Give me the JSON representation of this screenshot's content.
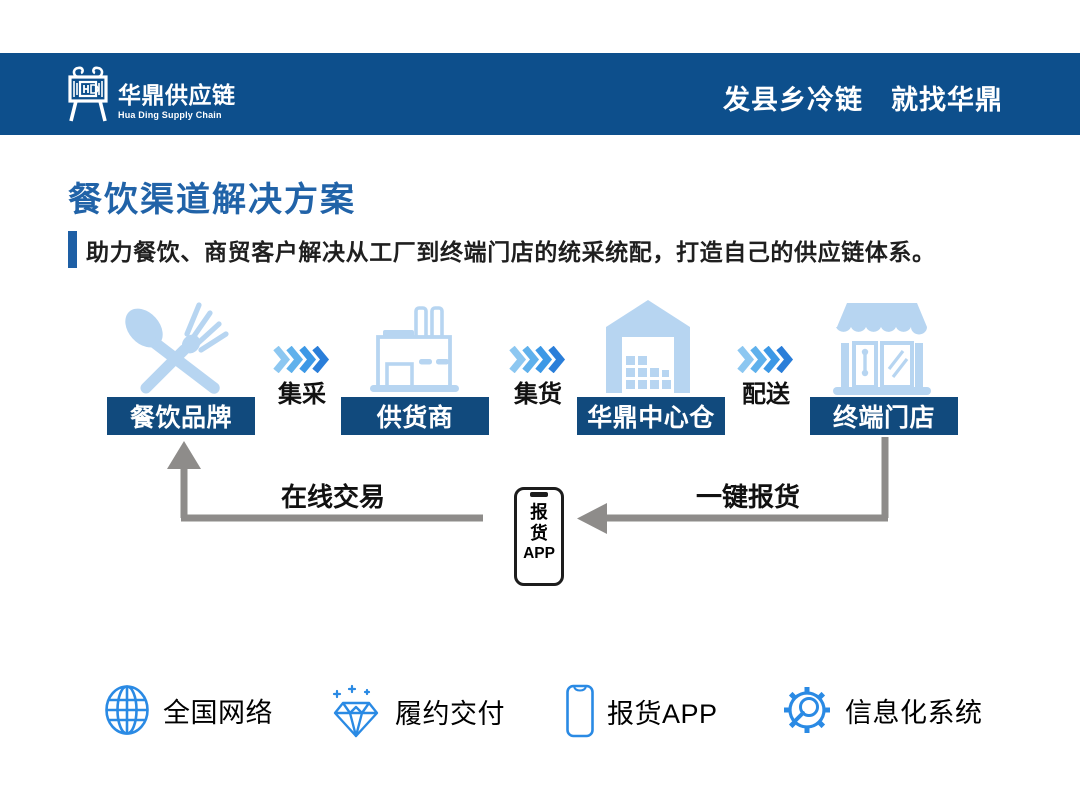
{
  "header": {
    "brand_cn": "华鼎供应链",
    "brand_en": "Hua  Ding Supply Chain",
    "slogan": "发县乡冷链　就找华鼎"
  },
  "title": "餐饮渠道解决方案",
  "subtitle": "助力餐饮、商贸客户解决从工厂到终端门店的统采统配，打造自己的供应链体系。",
  "flow": {
    "stages": [
      {
        "label": "餐饮品牌",
        "icon": "utensils-icon"
      },
      {
        "label": "供货商",
        "icon": "factory-icon"
      },
      {
        "label": "华鼎中心仓",
        "icon": "warehouse-icon"
      },
      {
        "label": "终端门店",
        "icon": "storefront-icon"
      }
    ],
    "links": [
      {
        "label": "集采"
      },
      {
        "label": "集货"
      },
      {
        "label": "配送"
      }
    ],
    "feedback": {
      "left_label": "在线交易",
      "right_label": "一键报货",
      "phone_line1": "报",
      "phone_line2": "货",
      "phone_line3": "APP"
    }
  },
  "features": [
    {
      "label": "全国网络",
      "icon": "globe-icon"
    },
    {
      "label": "履约交付",
      "icon": "diamond-icon"
    },
    {
      "label": "报货APP",
      "icon": "phone-icon"
    },
    {
      "label": "信息化系统",
      "icon": "gear-system-icon"
    }
  ],
  "colors": {
    "header_navy": "#0d4f8c",
    "box_navy": "#114a7d",
    "title_blue": "#2163a8",
    "icon_light_blue": "#b7d5f1",
    "feature_blue": "#2a8ae4",
    "arrow_gray": "#8e8c8a"
  }
}
